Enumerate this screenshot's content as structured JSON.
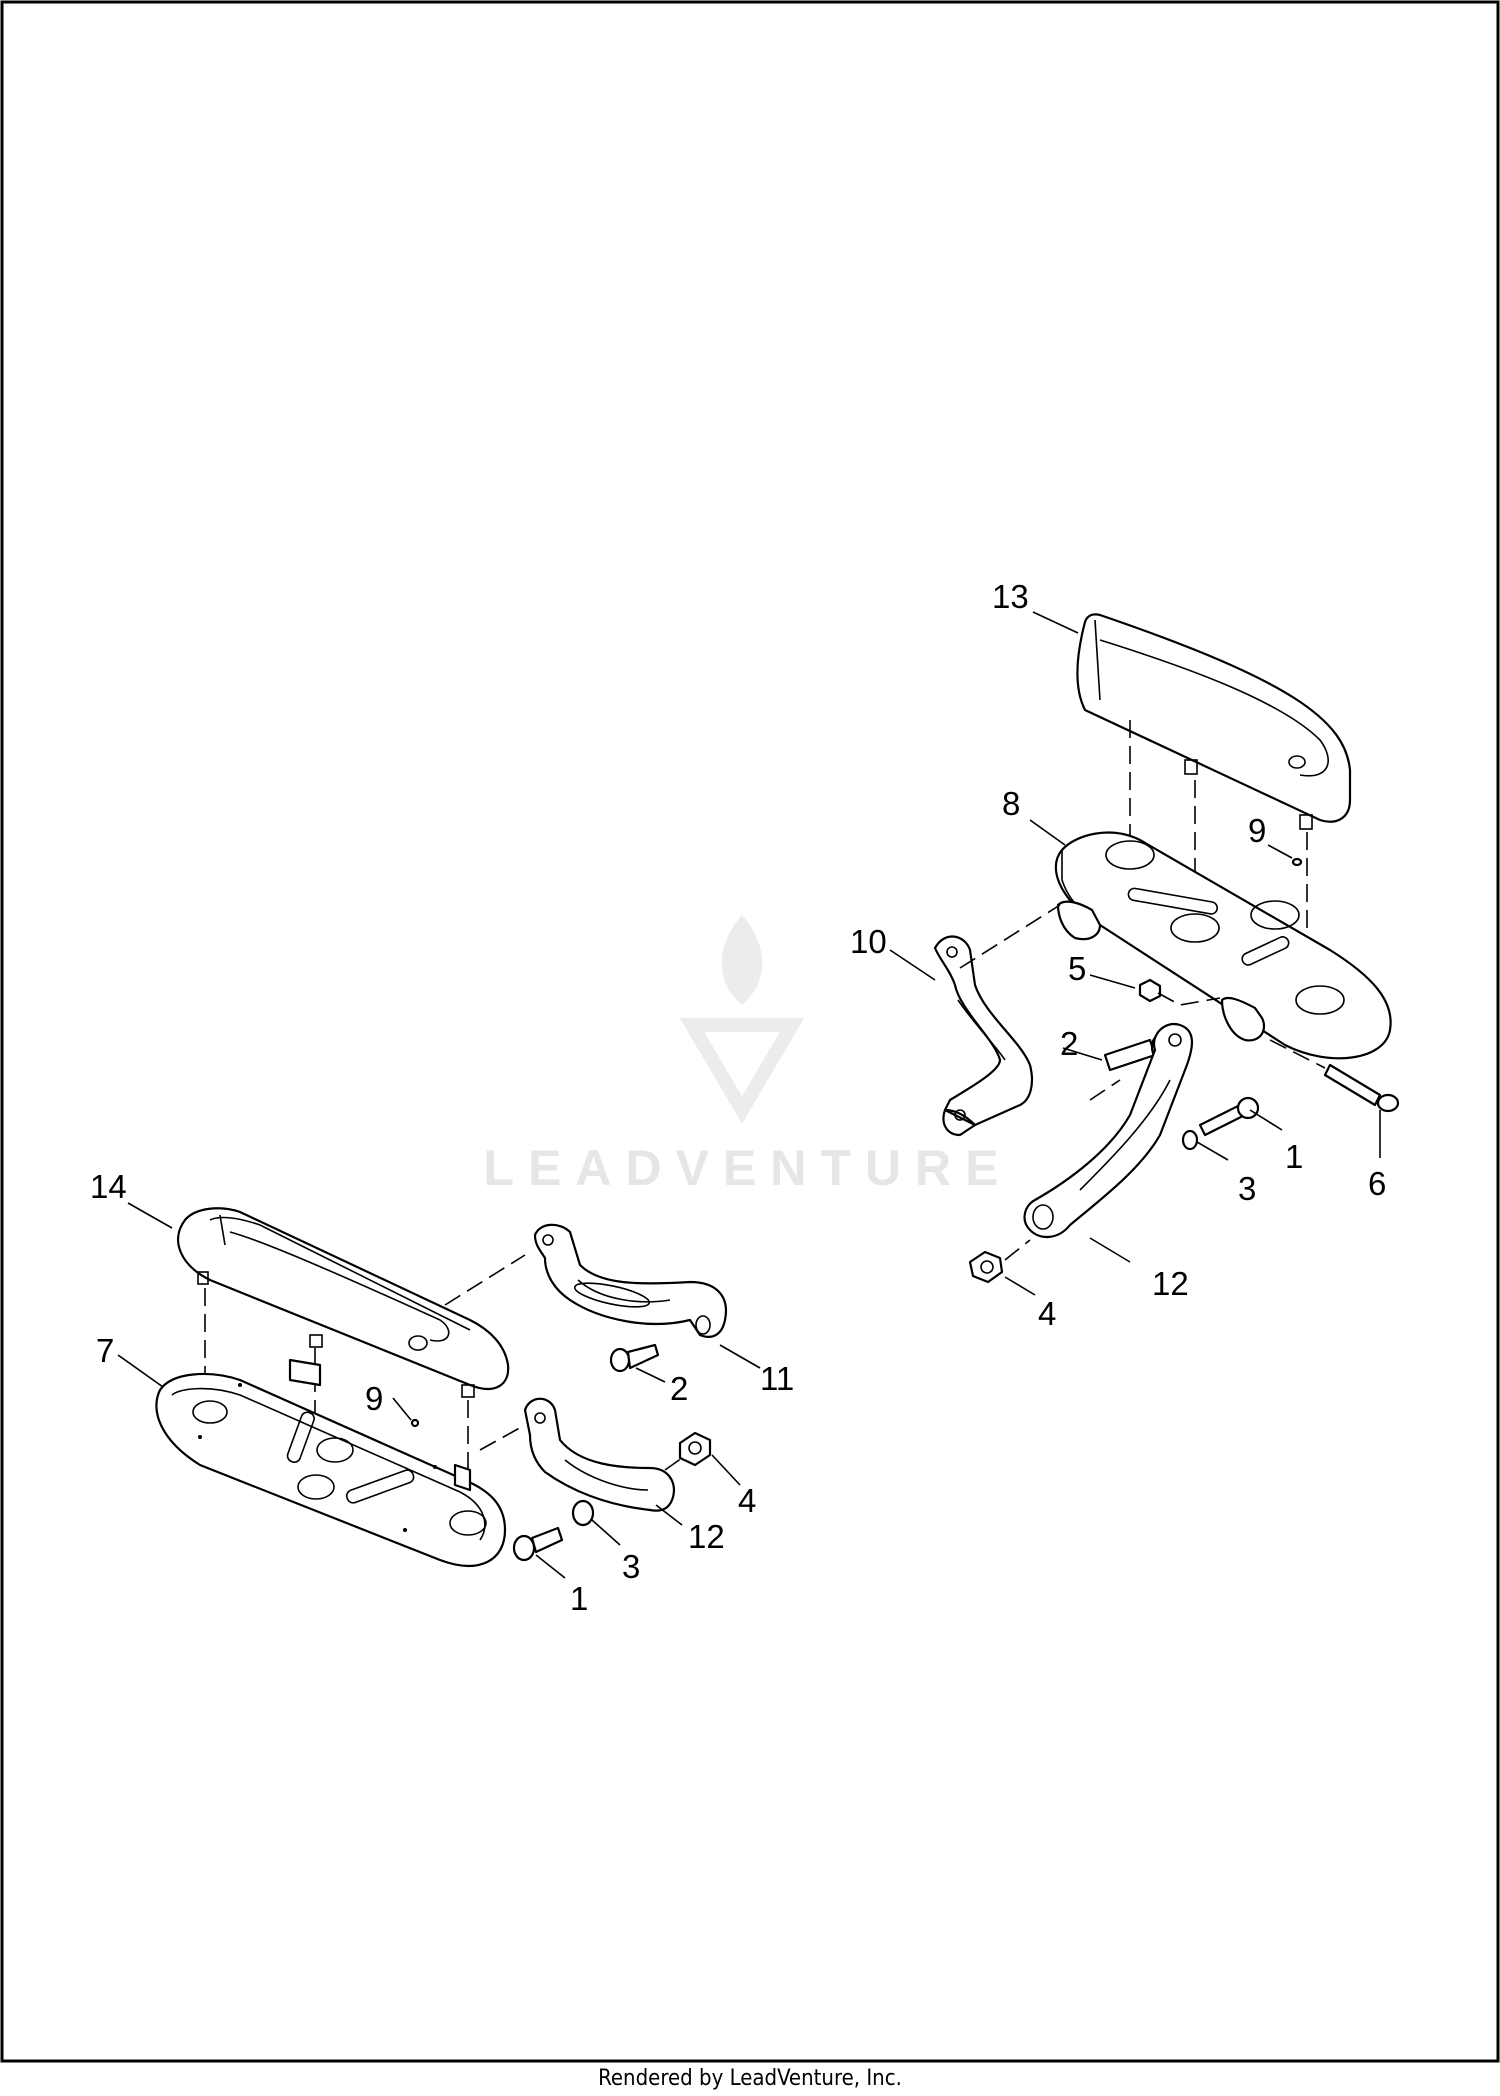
{
  "footer": {
    "text": "Rendered by LeadVenture, Inc."
  },
  "watermark": {
    "text": "LEADVENTURE"
  },
  "callouts": {
    "right_13": "13",
    "right_8": "8",
    "right_9": "9",
    "right_10": "10",
    "right_5": "5",
    "right_2": "2",
    "right_1": "1",
    "right_3": "3",
    "right_6": "6",
    "right_12": "12",
    "right_4": "4",
    "left_14": "14",
    "left_7": "7",
    "left_9": "9",
    "left_2": "2",
    "left_11": "11",
    "left_4": "4",
    "left_12": "12",
    "left_3": "3",
    "left_1": "1"
  }
}
